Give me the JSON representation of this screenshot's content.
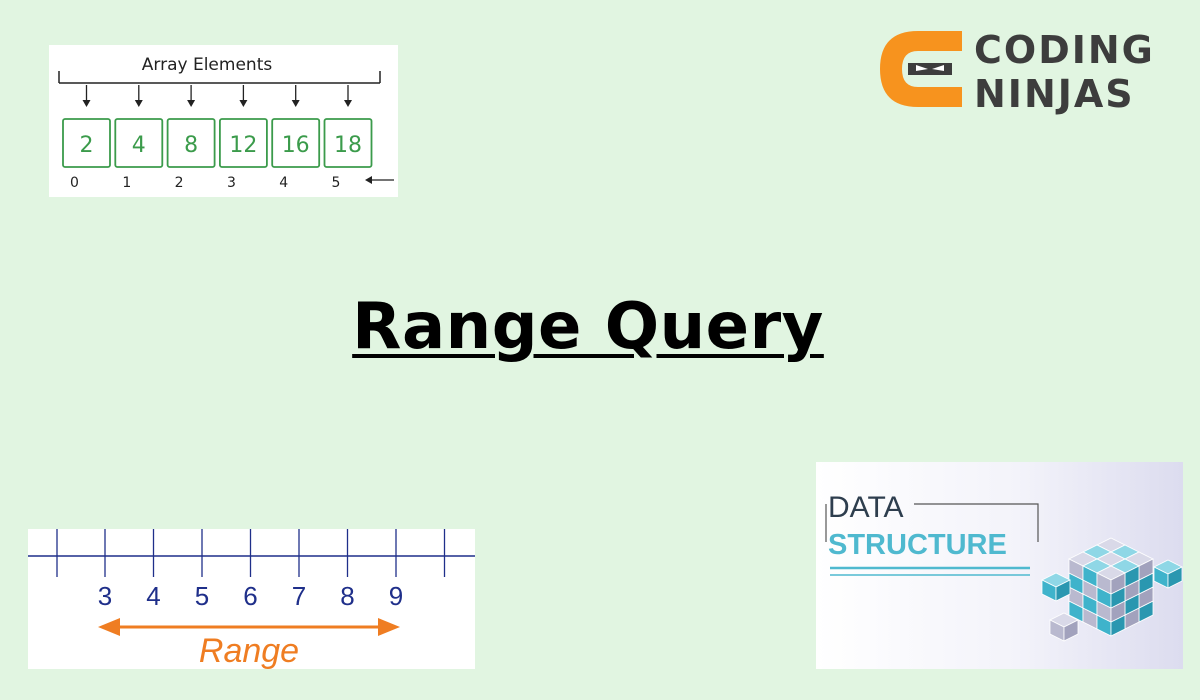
{
  "title": "Range Query",
  "brand": {
    "line1": "CODING",
    "line2": "NINJAS",
    "accent_color": "#f7931e",
    "text_color": "#3d3d3d"
  },
  "array_diagram": {
    "header": "Array Elements",
    "values": [
      "2",
      "4",
      "8",
      "12",
      "16",
      "18"
    ],
    "indices": [
      "0",
      "1",
      "2",
      "3",
      "4",
      "5"
    ],
    "cell_color": "#3b9b4b"
  },
  "range_diagram": {
    "ticks": [
      "3",
      "4",
      "5",
      "6",
      "7",
      "8",
      "9"
    ],
    "label": "Range",
    "number_color": "#1f2f8a",
    "arrow_color": "#ef7d22"
  },
  "data_structure_card": {
    "line1": "DATA",
    "line2": "STRUCTURE",
    "accent_color": "#4fb9cf"
  }
}
